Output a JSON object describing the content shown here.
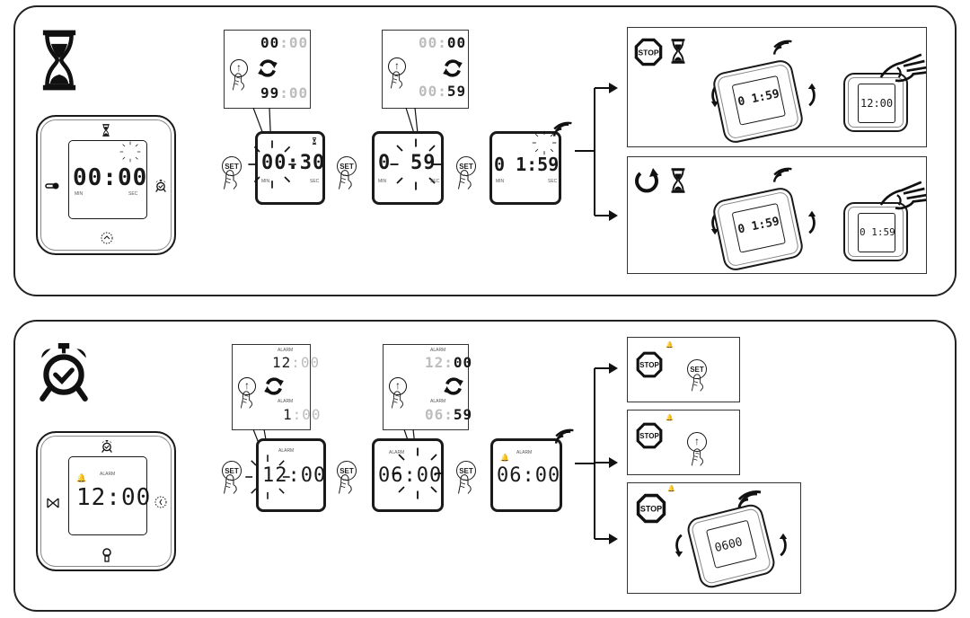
{
  "timer_section": {
    "mode_icon": "hourglass-icon",
    "device": {
      "display": "00:00",
      "min_label": "MIN",
      "sec_label": "SEC",
      "side_icons": {
        "top": "hourglass-icon",
        "left": "thermometer-icon",
        "right": "alarm-clock-icon",
        "bottom": "clock-icon"
      }
    },
    "step1": {
      "button": "SET",
      "callout_top": {
        "minutes": "00",
        "seconds": "00"
      },
      "callout_bottom": {
        "minutes": "99",
        "seconds": "00"
      },
      "display": "00:30",
      "min_label": "MIN",
      "sec_label": "SEC"
    },
    "step2": {
      "button": "SET",
      "callout_top": {
        "minutes": "00",
        "seconds": "00"
      },
      "callout_bottom": {
        "minutes": "00",
        "seconds": "59"
      },
      "display_min": "0",
      "display_sec": "59",
      "min_label": "MIN",
      "sec_label": "SEC"
    },
    "step3": {
      "button": "SET",
      "display": "0 1:59",
      "min_label": "MIN",
      "sec_label": "SEC"
    },
    "outcome_stop": {
      "stop_label": "STOP",
      "rotated_display": "0 1:59",
      "result_display": "12:00"
    },
    "outcome_repeat": {
      "rotated_display": "0 1:59",
      "result_display": "0 1:59"
    }
  },
  "alarm_section": {
    "mode_icon": "alarm-clock-icon",
    "device": {
      "display": "12:00",
      "alarm_label": "ALARM",
      "side_icons": {
        "top": "alarm-clock-icon",
        "left": "hourglass-sideways-icon",
        "right": "clock-icon",
        "bottom": "thermometer-icon"
      }
    },
    "step1": {
      "button": "SET",
      "alarm_label": "ALARM",
      "callout_top": {
        "hours": "12",
        "minutes": "00"
      },
      "callout_bottom": {
        "hours": "1",
        "minutes": "00"
      },
      "display": "12:00"
    },
    "step2": {
      "button": "SET",
      "alarm_label": "ALARM",
      "callout_top": {
        "hours": "12",
        "minutes": "00"
      },
      "callout_bottom": {
        "hours": "06",
        "minutes": "59"
      },
      "display": "06:00"
    },
    "step3": {
      "button": "SET",
      "alarm_label": "ALARM",
      "display": "06:00"
    },
    "outcome_set": {
      "stop_label": "STOP",
      "button": "SET"
    },
    "outcome_up": {
      "stop_label": "STOP"
    },
    "outcome_rotate": {
      "stop_label": "STOP",
      "rotated_display": "0600"
    }
  }
}
